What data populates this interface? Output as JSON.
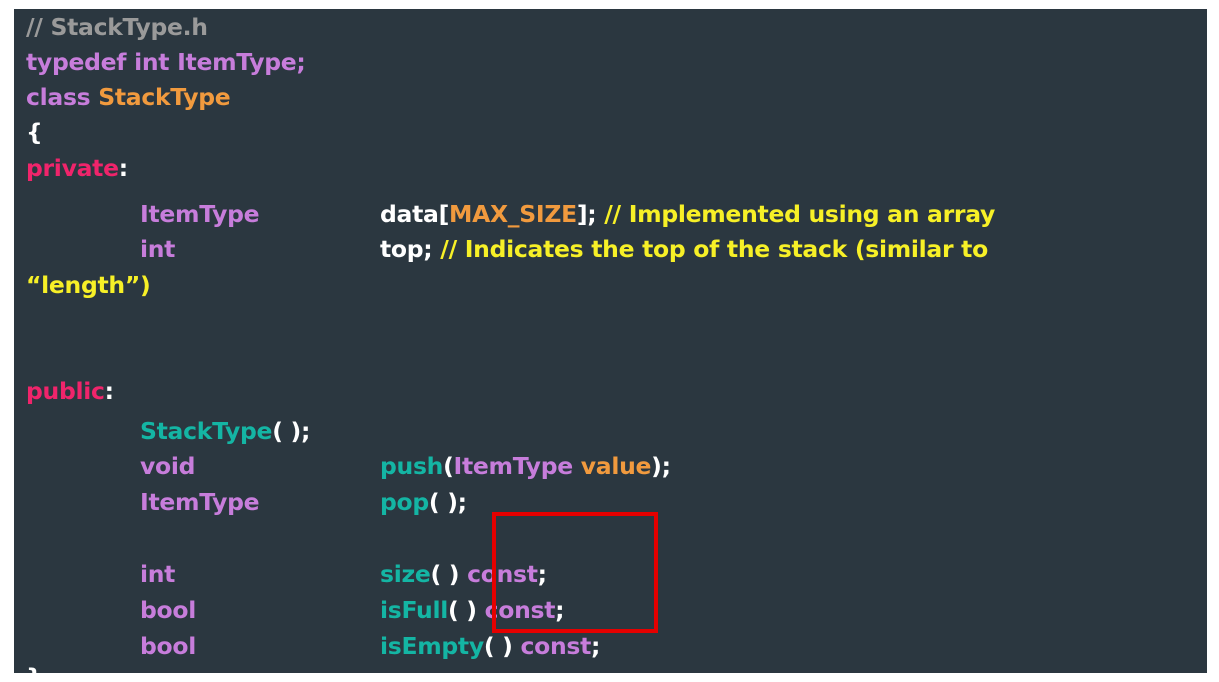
{
  "lines": {
    "l1": {
      "comment": "// StackType.h"
    },
    "l2": {
      "kw": "typedef int ItemType;"
    },
    "l3": {
      "kw": "class",
      "name": " StackType"
    },
    "l4": {
      "brace": "{"
    },
    "l5": {
      "access": "private",
      "colon": ":"
    },
    "l6": {
      "type": "ItemType",
      "a": "data[",
      "b": "MAX_SIZE",
      "c": "];",
      "comment": " // Implemented using an array"
    },
    "l7": {
      "type": "int",
      "a": "top;",
      "comment": " // Indicates the top of the stack (similar to"
    },
    "l8": {
      "text": "“length”)"
    },
    "l9": {
      "access": "public",
      "colon": ":"
    },
    "l10": {
      "fn": "StackType",
      "paren": "( );"
    },
    "l11": {
      "type": "void",
      "fn": "push",
      "p1": "(",
      "argtype": "ItemType",
      "argname": " value",
      "p2": ");"
    },
    "l12": {
      "type": "ItemType",
      "fn": "pop",
      "paren": "( );"
    },
    "l13": {
      "type": "int",
      "fn": "size",
      "paren": "( ) ",
      "kw": "const",
      "semi": ";"
    },
    "l14": {
      "type": "bool",
      "fn": "isFull",
      "paren": "( ) ",
      "kw": "const",
      "semi": ";"
    },
    "l15": {
      "type": "bool",
      "fn": "isEmpty",
      "paren": "( ) ",
      "kw": "const",
      "semi": ";"
    },
    "l16": {
      "brace": "}"
    }
  },
  "colors": {
    "background": "#2b3740",
    "comment": "#9a9a9a",
    "keyword": "#c77ddb",
    "type_name": "#f19a3e",
    "access": "#f0246b",
    "inline_comment": "#f7f027",
    "function": "#14b5a4",
    "highlight": "#e50000"
  }
}
